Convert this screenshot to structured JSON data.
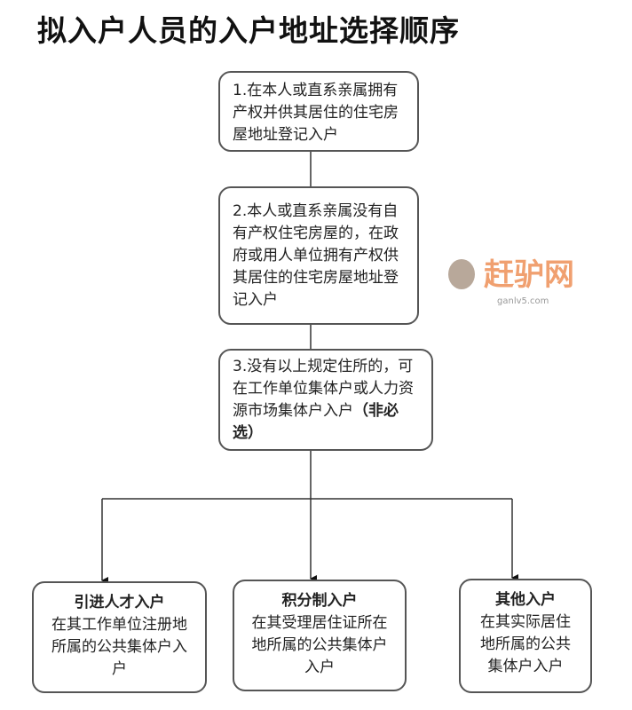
{
  "title": "拟入户人员的入户地址选择顺序",
  "steps": [
    {
      "text": "1.在本人或直系亲属拥有产权并供其居住的住宅房屋地址登记入户"
    },
    {
      "text": "2.本人或直系亲属没有自有产权住宅房屋的，在政府或用人单位拥有产权供其居住的住宅房屋地址登记入户"
    },
    {
      "text": "3.没有以上规定住所的，可在工作单位集体户或人力资源市场集体户入户",
      "note": "（非必选）"
    }
  ],
  "branches": [
    {
      "title": "引进人才入户",
      "text": "在其工作单位注册地所属的公共集体户入户"
    },
    {
      "title": "积分制入户",
      "text": "在其受理居住证所在地所属的公共集体户入户"
    },
    {
      "title": "其他入户",
      "text": "在其实际居住地所属的公共集体户入户"
    }
  ],
  "watermark": {
    "name": "赶驴网",
    "url": "ganlv5.com"
  }
}
